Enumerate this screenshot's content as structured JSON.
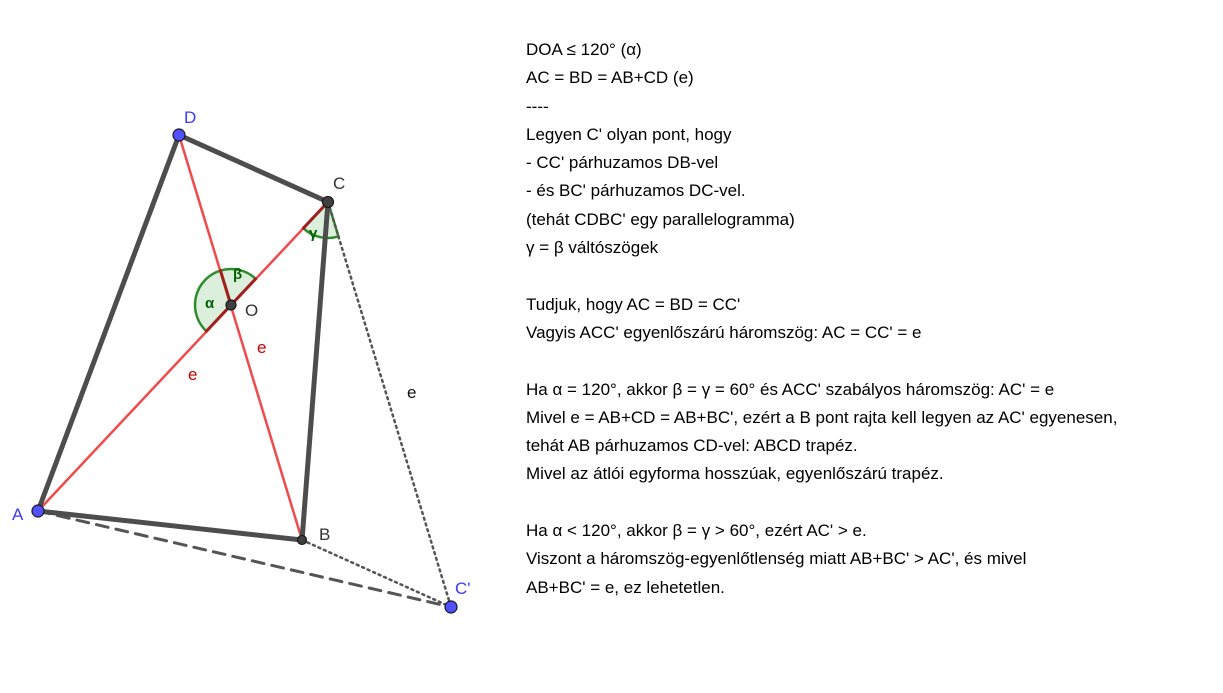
{
  "points": {
    "A": {
      "label": "A"
    },
    "B": {
      "label": "B"
    },
    "C": {
      "label": "C"
    },
    "D": {
      "label": "D"
    },
    "O": {
      "label": "O"
    },
    "Cp": {
      "label": "C'"
    }
  },
  "segment_labels": {
    "AC": "e",
    "BD": "e",
    "CCp": "e"
  },
  "angle_labels": {
    "alpha": "α",
    "beta": "β",
    "gamma": "γ"
  },
  "colors": {
    "quad_edge": "#4d4d4d",
    "diagonal": "#f04a4a",
    "angle_stroke": "#2e8b2e",
    "angle_fill": "#dcefdc",
    "point_fill": "#5050ff",
    "point_dark": "#404040"
  },
  "text_lines": [
    "DOA ≤ 120° (α)",
    "AC = BD = AB+CD (e)",
    "----",
    "Legyen C' olyan pont, hogy",
    "- CC' párhuzamos DB-vel",
    "- és BC' párhuzamos DC-vel.",
    "(tehát CDBC' egy parallelogramma)",
    "γ = β váltószögek",
    "",
    "Tudjuk, hogy AC = BD = CC'",
    "Vagyis ACC' egyenlőszárú háromszög: AC = CC' = e",
    "",
    "Ha α = 120°, akkor β = γ = 60° és ACC' szabályos háromszög: AC' = e",
    "Mivel e = AB+CD = AB+BC', ezért a B pont rajta kell legyen az AC' egyenesen,",
    "tehát AB párhuzamos CD-vel: ABCD trapéz.",
    "Mivel az átlói egyforma hosszúak, egyenlőszárú trapéz.",
    "",
    "Ha α < 120°, akkor β = γ > 60°, ezért AC' > e.",
    "Viszont a háromszög-egyenlőtlenség miatt AB+BC' > AC', és mivel",
    "AB+BC' = e, ez lehetetlen."
  ]
}
